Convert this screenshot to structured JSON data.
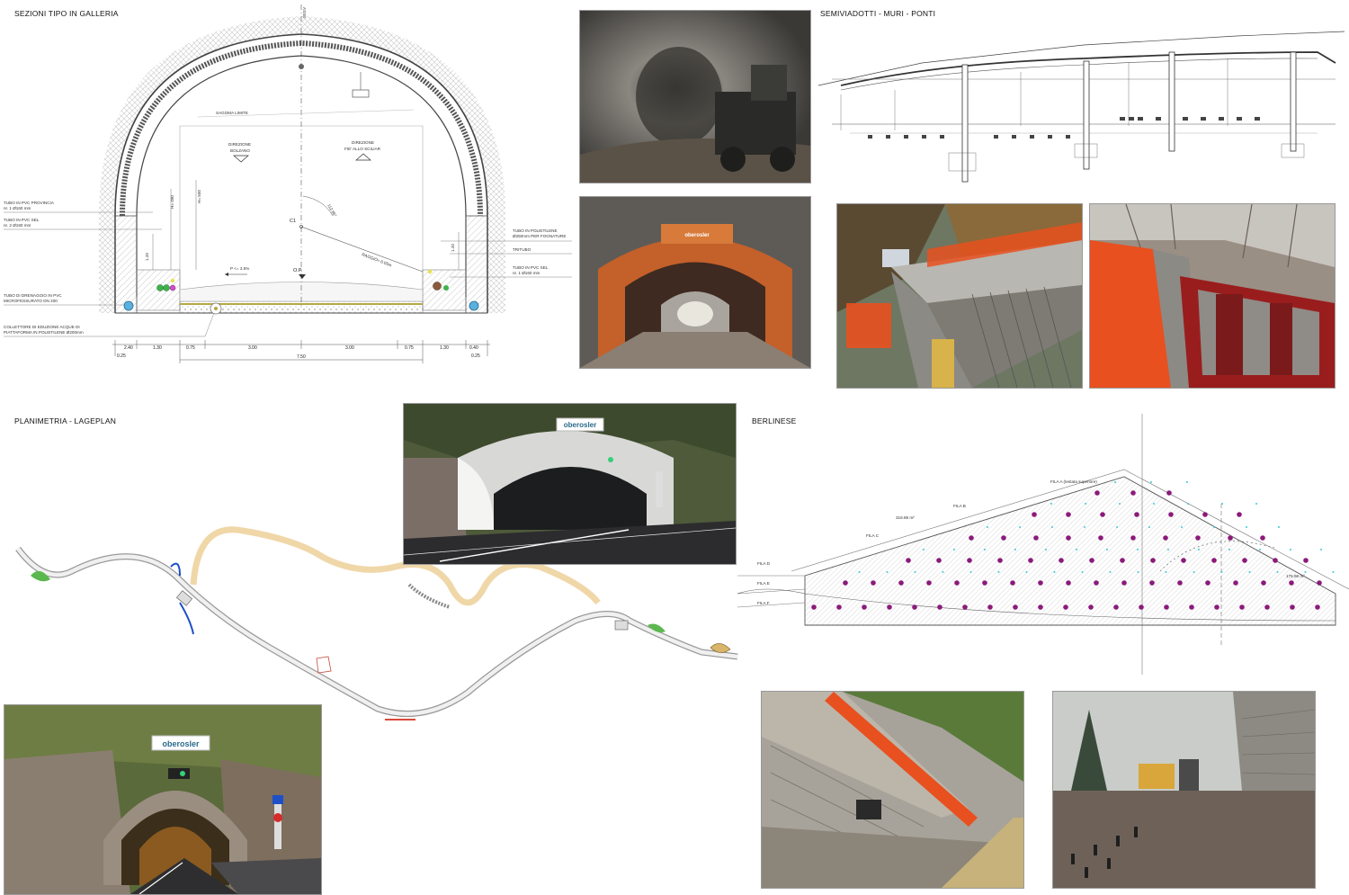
{
  "sections": {
    "galleria": "SEZIONI TIPO IN GALLERIA",
    "semiviadotti": "SEMIVIADOTTI - MURI - PONTI",
    "planimetria": "PLANIMETRIA - LAGEPLAN",
    "berlinese": "BERLINESE"
  },
  "tunnel_labels": {
    "asse": "ASSE",
    "sagoma": "SAGOMA LIMITE",
    "dir_left": [
      "DIREZIONE",
      "BOLZANO"
    ],
    "dir_right": [
      "DIREZIONE",
      "FIE' ALLO SCILIAR"
    ],
    "h490": "H= 490",
    "h500": "H= 500",
    "center": "C1",
    "radius": "RAGGIO= 6.05m",
    "angle": "112.85°",
    "slope": "P <= 3.5%",
    "op": "O.P.",
    "h120a": "1.20",
    "h120b": "1.20",
    "left_notes": [
      [
        "TUBO IN PVC PROVINCIA",
        "nr. 1 Ø160 mm"
      ],
      [
        "TUBO IN PVC SEL",
        "nr. 2 Ø160 mm"
      ],
      [
        "TUBO DI DRENAGGIO IN PVC",
        "MICROFESSURATO DN 200"
      ],
      [
        "COLLETTORE DI EDUZIONE ACQUE DI",
        "PIATTAFORMA IN POLIETILENE Ø200mm"
      ]
    ],
    "right_notes": [
      [
        "TUBO IN POLIETILENE",
        "Ø250mm PER FOGNATURE"
      ],
      [
        "TRITUBO"
      ],
      [
        "TUBO IN PVC SEL",
        "nr. 1 Ø160 mm"
      ]
    ],
    "dims": [
      "0.25",
      "2.40",
      "1.30",
      "0.75",
      "3.00",
      "3.00",
      "0.75",
      "1.30",
      "0.40",
      "0.25"
    ],
    "total": "7.50"
  },
  "brand": "oberosler",
  "berlinese_labels": {
    "area_left": "318.88 m²",
    "area_right": "175.96 m²",
    "fila_top": "FILA A (testata superiore)",
    "filas": [
      "FILA B",
      "FILA C",
      "FILA D",
      "FILA E",
      "FILA F"
    ]
  },
  "colors": {
    "road": "#f0d7a8",
    "dots": "#8b1a7a",
    "netting": "#e8501f",
    "formwork": "#9a1d1d"
  }
}
